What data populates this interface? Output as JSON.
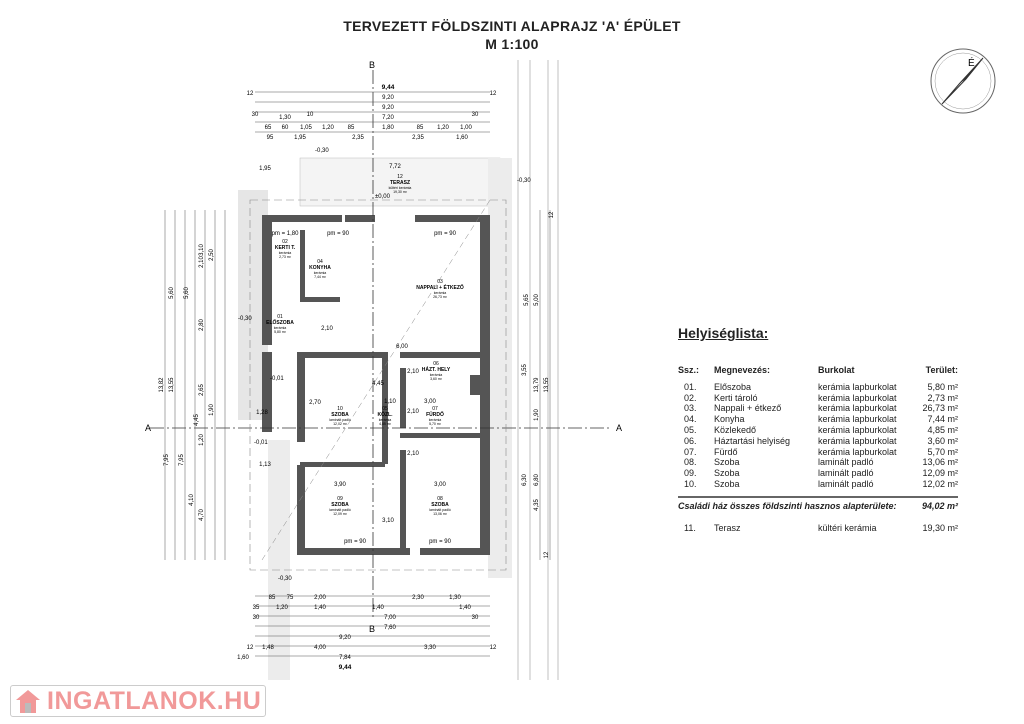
{
  "title": {
    "line1": "TERVEZETT FÖLDSZINTI ALAPRAJZ 'A' ÉPÜLET",
    "line2": "M 1:100"
  },
  "section_marks": {
    "a": "A",
    "b": "B"
  },
  "compass_label": "É",
  "rooms": [
    {
      "num": "12",
      "name": "TERASZ",
      "floor": "kültéri kerámia",
      "area": "19,30 m²"
    },
    {
      "num": "02",
      "name": "KERTI T.",
      "floor": "kerámia",
      "area": "2,73 m²"
    },
    {
      "num": "04",
      "name": "KONYHA",
      "floor": "kerámia",
      "area": "7,44 m²"
    },
    {
      "num": "03",
      "name": "NAPPALI + ÉTKEZŐ",
      "floor": "kerámia",
      "area": "26,73 m²"
    },
    {
      "num": "01",
      "name": "ELŐSZOBA",
      "floor": "kerámia",
      "area": "5,80 m²"
    },
    {
      "num": "06",
      "name": "HÁZT. HELY",
      "floor": "kerámia",
      "area": "3,60 m²"
    },
    {
      "num": "10",
      "name": "SZOBA",
      "floor": "laminált padló",
      "area": "12,02 m²"
    },
    {
      "num": "05",
      "name": "KÖZL.",
      "floor": "kerámia",
      "area": "4,85 m²"
    },
    {
      "num": "07",
      "name": "FÜRDŐ",
      "floor": "kerámia",
      "area": "5,70 m²"
    },
    {
      "num": "09",
      "name": "SZOBA",
      "floor": "laminált padló",
      "area": "12,09 m²"
    },
    {
      "num": "08",
      "name": "SZOBA",
      "floor": "laminált padló",
      "area": "13,06 m²"
    }
  ],
  "levels": [
    "-0,30",
    "-0,01",
    "±0,00",
    "-0,01",
    "-0,30",
    "-0,30",
    "-0,30"
  ],
  "dims_top": [
    "9,44",
    "9,20",
    "9,20",
    "7,20",
    "1,80",
    "2,35",
    "2,35",
    "1,95",
    "1,60",
    "95",
    "1,30",
    "1,05",
    "1,20",
    "85",
    "85",
    "1,20",
    "1,00",
    "65",
    "60",
    "30",
    "30",
    "12",
    "12",
    "10"
  ],
  "dims_bottom": [
    "2,00",
    "2,30",
    "1,30",
    "1,40",
    "1,40",
    "1,40",
    "1,20",
    "7,00",
    "7,60",
    "9,20",
    "4,00",
    "3,30",
    "7,84",
    "9,44",
    "1,60",
    "1,48",
    "85",
    "75",
    "35",
    "30",
    "30",
    "12",
    "12"
  ],
  "dims_left": [
    "13,82",
    "13,55",
    "7,95",
    "7,95",
    "5,60",
    "5,60",
    "4,70",
    "4,10",
    "3,10",
    "2,10",
    "2,50",
    "2,80",
    "2,65",
    "4,45",
    "1,20",
    "1,90"
  ],
  "dims_right": [
    "13,79",
    "13,55",
    "6,80",
    "6,30",
    "5,65",
    "5,00",
    "4,35",
    "3,55",
    "1,90",
    "12",
    "12"
  ],
  "dims_inner": [
    "7,72",
    "1,95",
    "6,00",
    "2,70",
    "3,90",
    "3,00",
    "3,00",
    "1,10",
    "4,45",
    "3,10",
    "1,28",
    "1,13",
    "2,10",
    "2,10",
    "2,10",
    "2,10",
    "pm = 90",
    "pm = 90",
    "pm = 90",
    "pm = 90",
    "pm = 1,80"
  ],
  "room_list": {
    "heading": "Helyiséglista:",
    "headers": [
      "Ssz.:",
      "Megnevezés:",
      "Burkolat",
      "Terület:"
    ],
    "rows": [
      [
        "01.",
        "Előszoba",
        "kerámia lapburkolat",
        "5,80 m²"
      ],
      [
        "02.",
        "Kerti tároló",
        "kerámia lapburkolat",
        "2,73 m²"
      ],
      [
        "03.",
        "Nappali + étkező",
        "kerámia lapburkolat",
        "26,73 m²"
      ],
      [
        "04.",
        "Konyha",
        "kerámia lapburkolat",
        "7,44 m²"
      ],
      [
        "05.",
        "Közlekedő",
        "kerámia lapburkolat",
        "4,85 m²"
      ],
      [
        "06.",
        "Háztartási helyiség",
        "kerámia lapburkolat",
        "3,60 m²"
      ],
      [
        "07.",
        "Fürdő",
        "kerámia lapburkolat",
        "5,70 m²"
      ],
      [
        "08.",
        "Szoba",
        "laminált padló",
        "13,06 m²"
      ],
      [
        "09.",
        "Szoba",
        "laminált padló",
        "12,09 m²"
      ],
      [
        "10.",
        "Szoba",
        "laminált padló",
        "12,02 m²"
      ]
    ],
    "total_label": "Családi ház összes földszinti hasznos alapterülete:",
    "total_value": "94,02 m²",
    "extra": [
      "11.",
      "Terasz",
      "kültéri kerámia",
      "19,30 m²"
    ]
  },
  "watermark": "INGATLANOK.HU",
  "colors": {
    "wall": "#555555",
    "watermark": "#f19999",
    "paving": "#e6e6e6"
  }
}
